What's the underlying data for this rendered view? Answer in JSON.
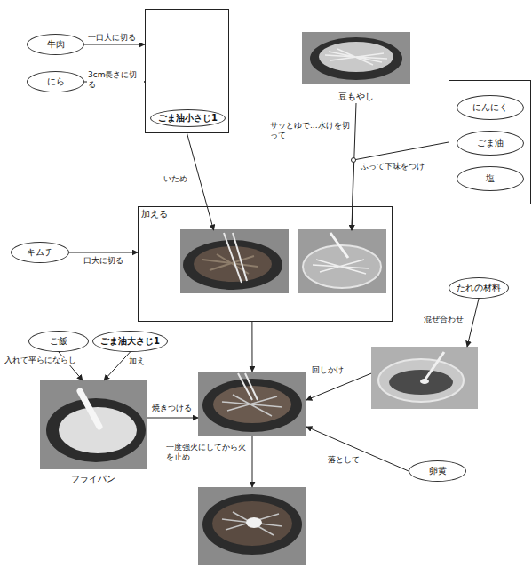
{
  "diagram": {
    "nodes": [
      {
        "text": []
      },
      {
        "text": [
          "牛肉"
        ]
      },
      {
        "text": [
          "にら"
        ]
      },
      {
        "text": [
          "ごま油小さじ1"
        ],
        "in": 0
      },
      {
        "text": [
          "豆もやし"
        ]
      },
      {
        "text": []
      },
      {
        "text": [
          "にんにく"
        ],
        "in": 5
      },
      {
        "text": [
          "ごま油"
        ],
        "in": 5
      },
      {
        "text": [
          "塩"
        ],
        "in": 5
      },
      {
        "text": [
          "加える"
        ]
      },
      {
        "text": [],
        "in": 9
      },
      {
        "text": [],
        "in": 9
      },
      {
        "text": [
          "キムチ"
        ]
      },
      {
        "text": [
          "たれの材料"
        ]
      },
      {
        "text": [
          "ご飯"
        ]
      },
      {
        "text": [
          "ごま油大さじ1"
        ]
      },
      {
        "text": [
          "フライパン"
        ]
      },
      {
        "text": []
      },
      {
        "text": []
      },
      {
        "text": [
          "卵黄"
        ]
      },
      {
        "text": []
      }
    ],
    "edges": [
      {
        "from": 1,
        "to": 0,
        "label": "一口大に切る",
        "arrow": "to"
      },
      {
        "from": 2,
        "to": 0,
        "label": "3cm長さに切る",
        "arrow": "to"
      },
      {
        "from": 0,
        "to": 10,
        "label": "いため",
        "arrow": "to"
      },
      {
        "from": 4,
        "to": 11,
        "label": "サッとゆで...水けを切って",
        "arrow": "to"
      },
      {
        "from": 5,
        "to": 11,
        "label": "ふって下味をつけ",
        "arrow": "to"
      },
      {
        "from": 12,
        "to": 9,
        "label": "一口大に切る",
        "arrow": "to"
      },
      {
        "from": 9,
        "to": 17,
        "arrow": "to"
      },
      {
        "from": 14,
        "to": 16,
        "label": "入れて平らにならし",
        "arrow": "to"
      },
      {
        "from": 15,
        "to": 16,
        "label": "加え",
        "arrow": "to"
      },
      {
        "from": 16,
        "to": 17,
        "label": "焼きつける",
        "arrow": "to"
      },
      {
        "from": 13,
        "to": 18,
        "label": "混ぜ合わせ",
        "arrow": "to"
      },
      {
        "from": 18,
        "to": 17,
        "label": "回しかけ",
        "arrow": "to"
      },
      {
        "from": 19,
        "to": 17,
        "label": "落として",
        "arrow": "to"
      },
      {
        "from": 17,
        "to": 20,
        "label": "一度強火にしてから火を止め",
        "arrow": "to"
      }
    ]
  }
}
